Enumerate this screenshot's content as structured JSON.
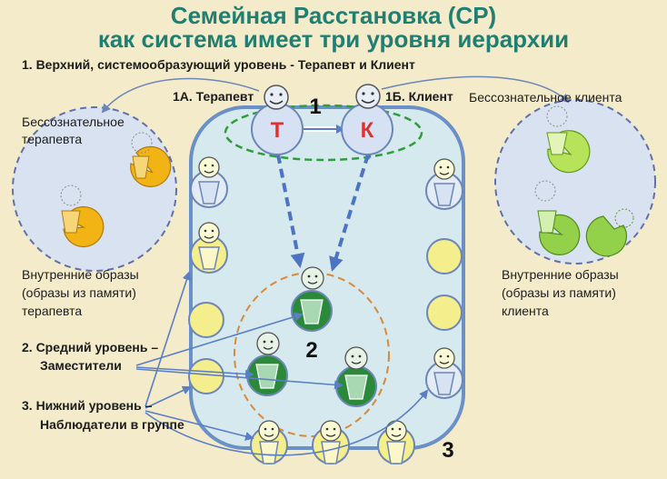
{
  "title_line1": "Семейная Расстановка (СР)",
  "title_line2": "как система имеет три уровня иерархии",
  "level1": "1.   Верхний, системообразующий уровень  -  Терапевт и Клиент",
  "therapist_label": "1А. Терапевт",
  "client_label": "1Б. Клиент",
  "client_unconscious": "Бессознательное клиента",
  "therapist_unconscious_line1": "Бессознательное",
  "therapist_unconscious_line2": "терапевта",
  "therapist_letter": "Т",
  "client_letter": "К",
  "number_1": "1",
  "number_2": "2",
  "number_3": "3",
  "inner_images_left": [
    "Внутренние образы",
    "(образы из памяти)",
    "терапевта"
  ],
  "inner_images_right": [
    "Внутренние образы",
    "(образы из памяти)",
    "клиента"
  ],
  "level2_line1": "2. Средний уровень –",
  "level2_line2": "Заместители",
  "level3_line1": "3. Нижний уровень –",
  "level3_line2": "Наблюдатели в группе",
  "colors": {
    "title": "#1f7f72",
    "background": "#f3ebc9",
    "room": "#d5e9ef",
    "yellow_seat": "#f4ee8c",
    "green_dashed": "#2e9e3a",
    "orange_dashed": "#d9893a",
    "arrow_blue": "#5b7fc4",
    "red_letter": "#e03131",
    "substitute_green": "#2a8a3a"
  }
}
